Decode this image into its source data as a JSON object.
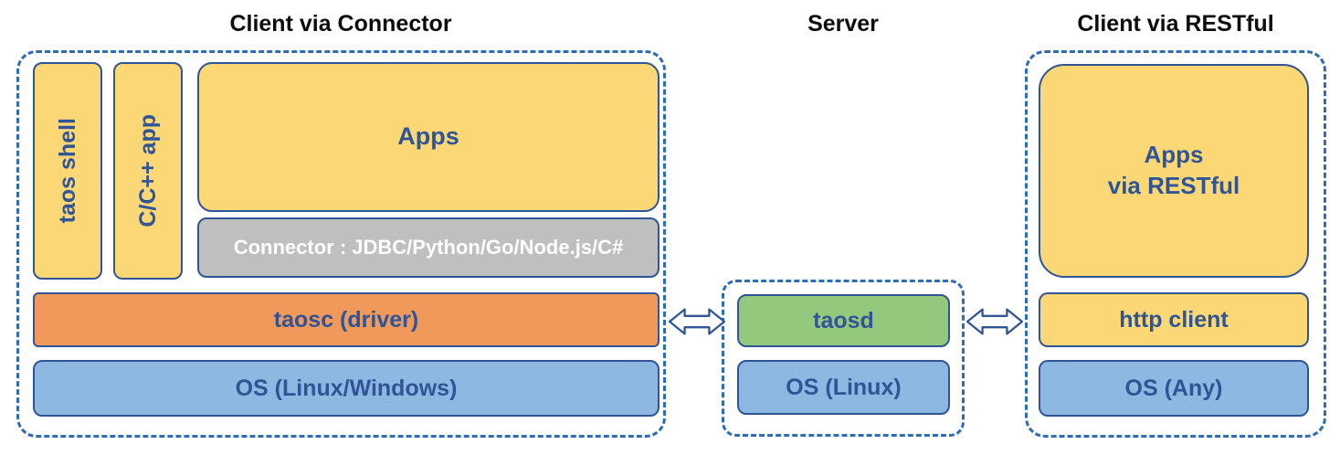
{
  "titles": {
    "client_connector": "Client via Connector",
    "server": "Server",
    "client_restful": "Client via RESTful"
  },
  "client_connector": {
    "taos_shell": "taos shell",
    "cpp_app": "C/C++ app",
    "apps": "Apps",
    "connector": "Connector : JDBC/Python/Go/Node.js/C#",
    "taosc": "taosc (driver)",
    "os": "OS (Linux/Windows)"
  },
  "server": {
    "taosd": "taosd",
    "os": "OS (Linux)"
  },
  "client_restful": {
    "apps": "Apps\nvia RESTful",
    "http_client": "http client",
    "os": "OS (Any)"
  },
  "colors": {
    "yellow": "#FBD875",
    "gray": "#BFBFBF",
    "orange": "#F0995B",
    "blue": "#8CB8E2",
    "green": "#93C87D",
    "box_border": "#2F5597",
    "dashed_border": "#2E6DB5",
    "label_text": "#2F5597",
    "connector_text": "#FFFFFF",
    "title_text": "#0D0D0D"
  }
}
